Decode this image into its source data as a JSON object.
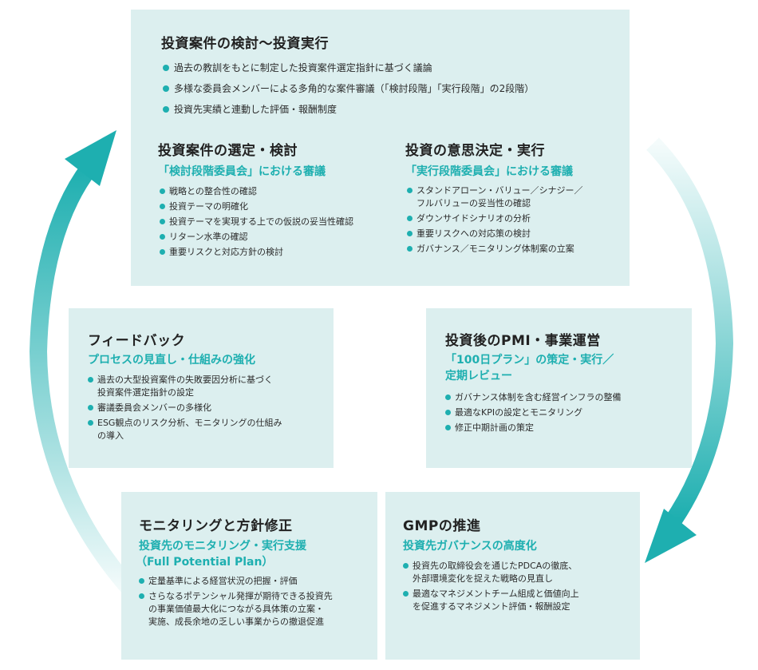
{
  "colors": {
    "accent": "#1eafb0",
    "box": "#dcefef",
    "text": "#2b2b2b"
  },
  "top": {
    "title": "投資案件の検討～投資実行",
    "items": [
      "過去の教訓をもとに制定した投資案件選定指針に基づく議論",
      "多様な委員会メンバーによる多角的な案件審議（「検討段階」「実行段階」の2段階）",
      "投資先実績と連動した評価・報酬制度"
    ],
    "left": {
      "title": "投資案件の選定・検討",
      "subtitle": "「検討段階委員会」における審議",
      "items": [
        "戦略との整合性の確認",
        "投資テーマの明確化",
        "投資テーマを実現する上での仮説の妥当性確認",
        "リターン水準の確認",
        "重要リスクと対応方針の検討"
      ]
    },
    "right": {
      "title": "投資の意思決定・実行",
      "subtitle": "「実行段階委員会」における審議",
      "items": [
        [
          "スタンドアローン・バリュー／シナジー／",
          "フルバリューの妥当性の確認"
        ],
        [
          "ダウンサイドシナリオの分析"
        ],
        [
          "重要リスクへの対応策の検討"
        ],
        [
          "ガバナンス／モニタリング体制案の立案"
        ]
      ]
    }
  },
  "feedback": {
    "title": "フィードバック",
    "subtitle": "プロセスの見直し・仕組みの強化",
    "items": [
      [
        "過去の大型投資案件の失敗要因分析に基づく",
        "投資案件選定指針の設定"
      ],
      [
        "審議委員会メンバーの多様化"
      ],
      [
        "ESG観点のリスク分析、モニタリングの仕組み",
        "の導入"
      ]
    ]
  },
  "pmi": {
    "title": "投資後のPMI・事業運営",
    "subtitle_lines": [
      "「100日プラン」の策定・実行／",
      "定期レビュー"
    ],
    "items": [
      "ガバナンス体制を含む経営インフラの整備",
      "最適なKPIの設定とモニタリング",
      "修正中期計画の策定"
    ]
  },
  "monitoring": {
    "title": "モニタリングと方針修正",
    "subtitle_lines": [
      "投資先のモニタリング・実行支援",
      "（Full Potential Plan）"
    ],
    "items": [
      [
        "定量基準による経営状況の把握・評価"
      ],
      [
        "さらなるポテンシャル発揮が期待できる投資先",
        "の事業価値最大化につながる具体策の立案・",
        "実施、成長余地の乏しい事業からの撤退促進"
      ]
    ]
  },
  "gmp": {
    "title": "GMPの推進",
    "subtitle": "投資先ガバナンスの高度化",
    "items": [
      [
        "投資先の取締役会を通じたPDCAの徹底、",
        "外部環境変化を捉えた戦略の見直し"
      ],
      [
        "最適なマネジメントチーム組成と価値向上",
        "を促進するマネジメント評価・報酬設定"
      ]
    ]
  }
}
